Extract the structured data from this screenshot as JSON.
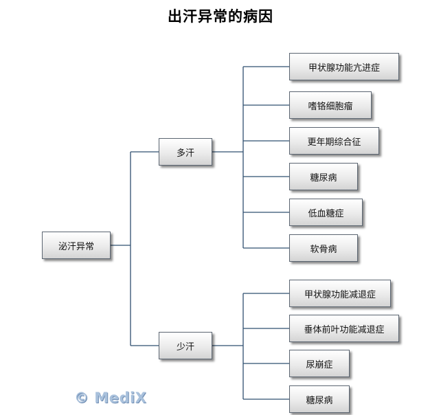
{
  "title": "出汗异常的病因",
  "root": "泌汗异常",
  "branches": [
    {
      "label": "多汗",
      "causes": [
        "甲状腺功能亢进症",
        "嗜铬细胞瘤",
        "更年期综合征",
        "糖尿病",
        "低血糖症",
        "软骨病"
      ]
    },
    {
      "label": "少汗",
      "causes": [
        "甲状腺功能减退症",
        "垂体前叶功能减退症",
        "尿崩症",
        "糖尿病"
      ]
    }
  ],
  "watermark": "© MediX",
  "colors": {
    "connector": "#2f4f6f",
    "node_border": "#5a6470",
    "watermark": "#a9c1dc"
  }
}
